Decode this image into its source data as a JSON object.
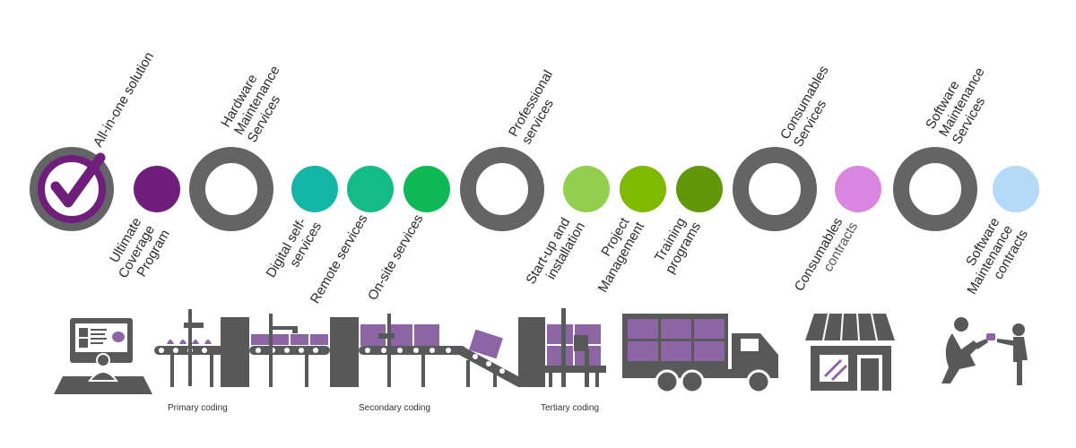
{
  "services": {
    "all_in_one": {
      "label": "All-in-one solution"
    },
    "ultimate": {
      "label_lines": [
        "Ultimate",
        "Coverage",
        "Program"
      ]
    },
    "hardware": {
      "label_lines": [
        "Hardware",
        "Maintenance",
        "Services"
      ]
    },
    "digital": {
      "label_lines": [
        "Digital self-",
        "services"
      ]
    },
    "remote": {
      "label": "Remote services"
    },
    "onsite": {
      "label": "On-site services"
    },
    "professional": {
      "label_lines": [
        "Professional",
        "services"
      ]
    },
    "startup": {
      "label_lines": [
        "Start-up and",
        "installation"
      ]
    },
    "project": {
      "label_lines": [
        "Project",
        "Management"
      ]
    },
    "training": {
      "label_lines": [
        "Training",
        "programs"
      ]
    },
    "consumables": {
      "label_lines": [
        "Consumables",
        "Services"
      ]
    },
    "consumables_contracts": {
      "label_lines": [
        "Consumables",
        "contracts"
      ]
    },
    "software": {
      "label_lines": [
        "Software",
        "Maintenance",
        "Services"
      ]
    },
    "software_contracts": {
      "label_lines": [
        "Software",
        "Maintenance",
        "contracts"
      ]
    }
  },
  "stages": {
    "primary": "Primary coding",
    "secondary": "Secondary coding",
    "tertiary": "Tertiary coding"
  },
  "colors": {
    "ring": "#636466",
    "purple_dark": "#6f1f7b",
    "teal": "#13b5a6",
    "green_teal": "#15bb86",
    "green": "#0fba56",
    "lime": "#93cf4f",
    "lime_dark": "#7fba00",
    "olive": "#63970b",
    "pink": "#da86e0",
    "light_blue": "#b5daf7",
    "box_purple": "#8d64a4",
    "machine_gray": "#58595b"
  },
  "icons": {
    "check": "check-icon",
    "printer": "printer-terminal-icon",
    "truck": "delivery-truck-icon",
    "store": "storefront-icon",
    "shopper": "mother-child-shopping-icon"
  }
}
